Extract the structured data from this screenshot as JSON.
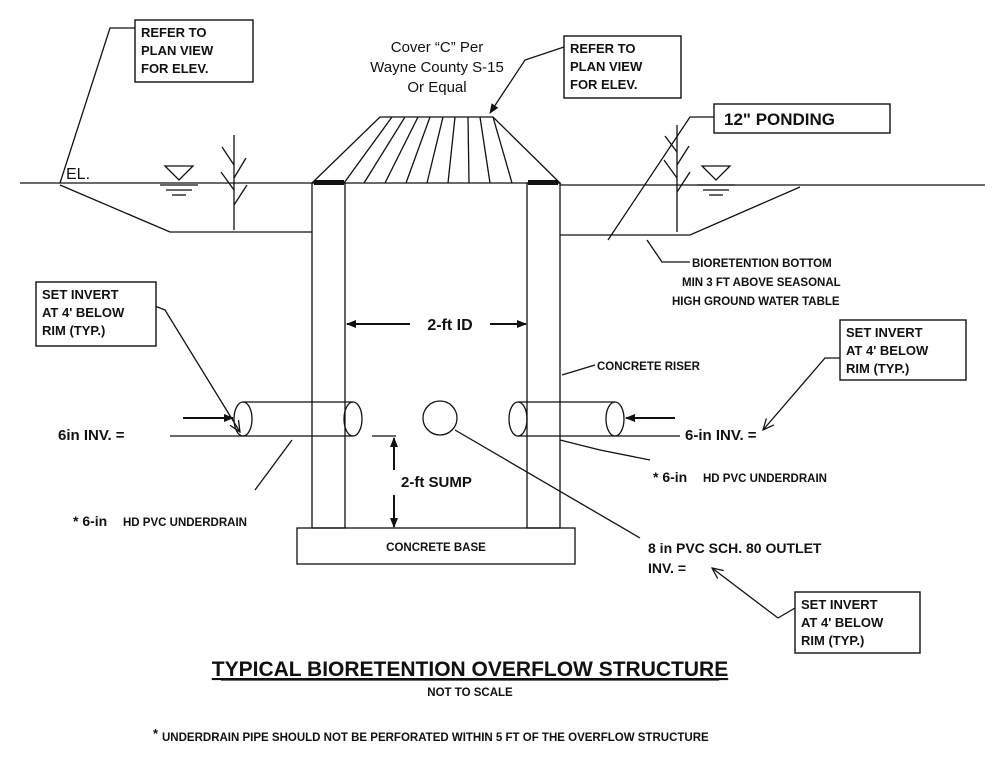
{
  "title": "TYPICAL BIORETENTION OVERFLOW STRUCTURE",
  "subtitle": "NOT TO SCALE",
  "footnote_mark": "*",
  "footnote": "UNDERDRAIN PIPE SHOULD NOT BE PERFORATED WITHIN 5 FT OF THE OVERFLOW STRUCTURE",
  "callouts": {
    "refer_left": [
      "REFER TO",
      "PLAN VIEW",
      "FOR ELEV."
    ],
    "refer_top": [
      "REFER TO",
      "PLAN VIEW",
      "FOR ELEV."
    ],
    "ponding": "12\" PONDING",
    "invert_left": [
      "SET INVERT",
      "AT 4' BELOW",
      "RIM (TYP.)"
    ],
    "invert_right": [
      "SET INVERT",
      "AT 4' BELOW",
      "RIM (TYP.)"
    ],
    "invert_bottom": [
      "SET INVERT",
      "AT 4' BELOW",
      "RIM (TYP.)"
    ]
  },
  "labels": {
    "cover": [
      "Cover “C” Per",
      "Wayne County S-15",
      "Or Equal"
    ],
    "el": "EL.",
    "bottom": [
      "BIORETENTION BOTTOM",
      "MIN 3 FT ABOVE SEASONAL",
      "HIGH GROUND WATER TABLE"
    ],
    "riser_id": "2-ft ID",
    "concrete_riser": "CONCRETE RISER",
    "inv_left": "6in INV. =",
    "inv_right": "6-in INV. =",
    "sump": "2-ft SUMP",
    "underdrain_right_star": "* 6-in",
    "underdrain_right": "HD PVC UNDERDRAIN",
    "underdrain_left_star": "* 6-in",
    "underdrain_left": "HD PVC UNDERDRAIN",
    "concrete_base": "CONCRETE BASE",
    "outlet": "8 in PVC SCH. 80 OUTLET",
    "outlet_inv": "INV. ="
  }
}
